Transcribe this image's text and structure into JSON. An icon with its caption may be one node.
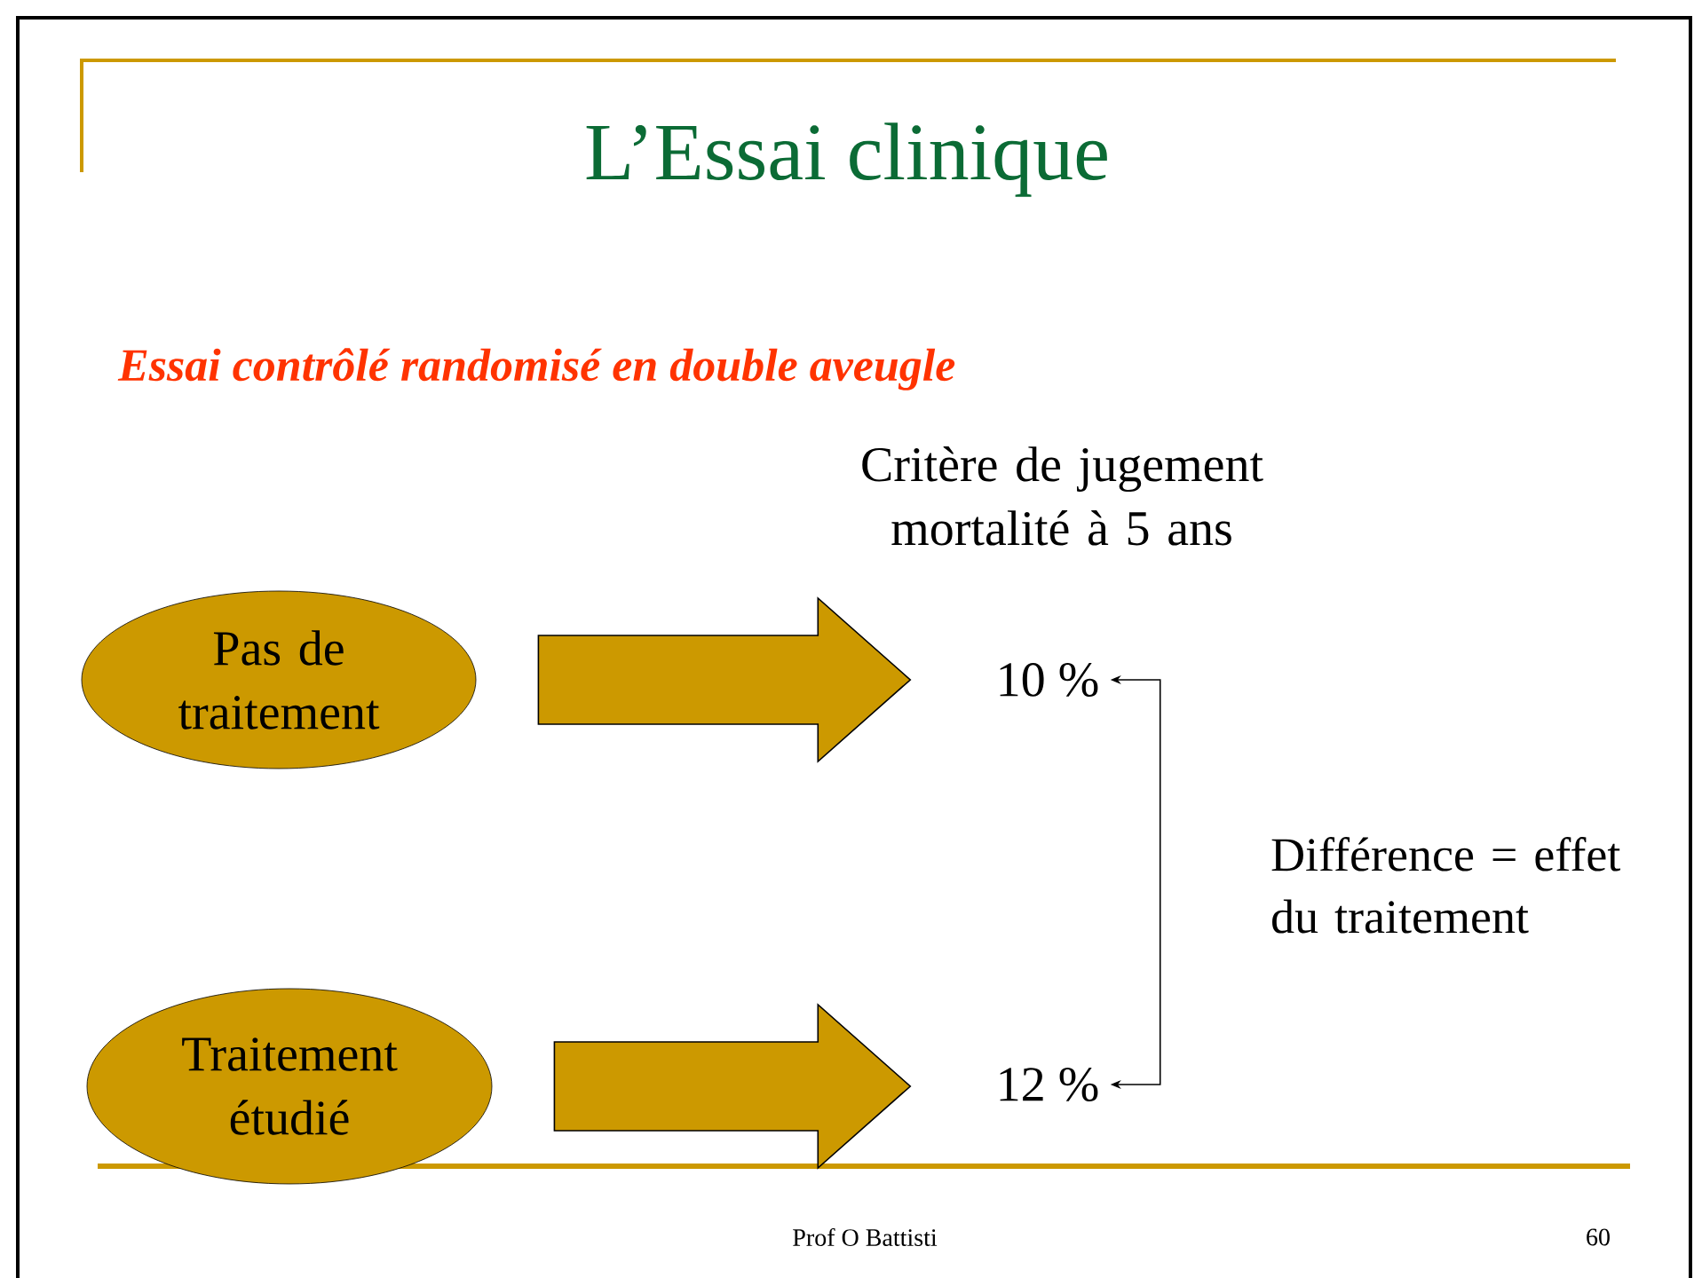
{
  "diagram": {
    "title": "L’Essai clinique",
    "nodes": [
      {
        "text": [
          "Pas de traitement"
        ]
      },
      {
        "text": [
          "Traitement étudié"
        ]
      },
      {
        "text": [
          "10 %"
        ]
      },
      {
        "text": [
          "12 %"
        ]
      }
    ],
    "edges": [
      {
        "from": 0,
        "to": 2,
        "arrow": "to",
        "style": "thick"
      },
      {
        "from": 1,
        "to": 3,
        "arrow": "to",
        "style": "thick"
      },
      {
        "from": 2,
        "to": 3,
        "arrow": "both",
        "label": "Différence = effet du traitement"
      }
    ],
    "labels": [
      "Essai contrôlé randomisé en double aveugle",
      "Critère de jugement mortalité à 5 ans",
      "Prof O Battisti",
      "60"
    ]
  }
}
